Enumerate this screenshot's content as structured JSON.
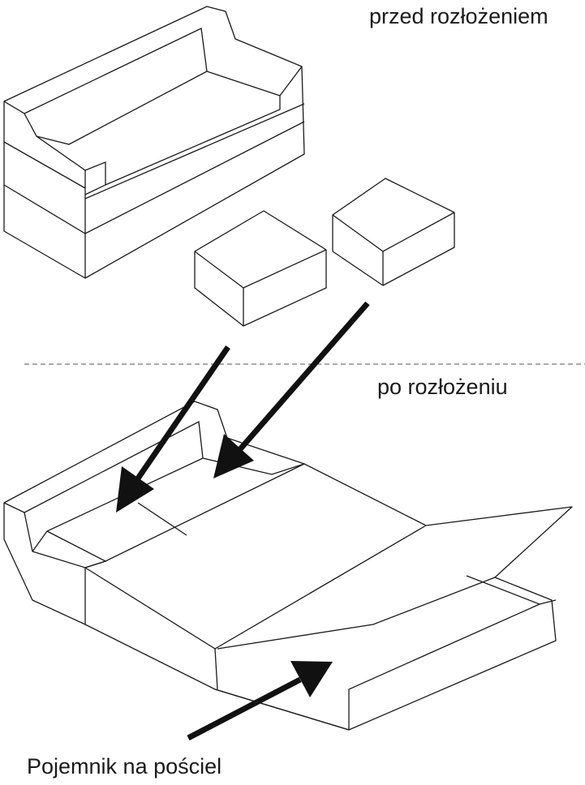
{
  "labels": {
    "before": "przed rozłożeniem",
    "after": "po rozłożeniu",
    "storage": "Pojemnik na pościel"
  },
  "colors": {
    "line": "#1a1a1a",
    "background": "#ffffff"
  }
}
